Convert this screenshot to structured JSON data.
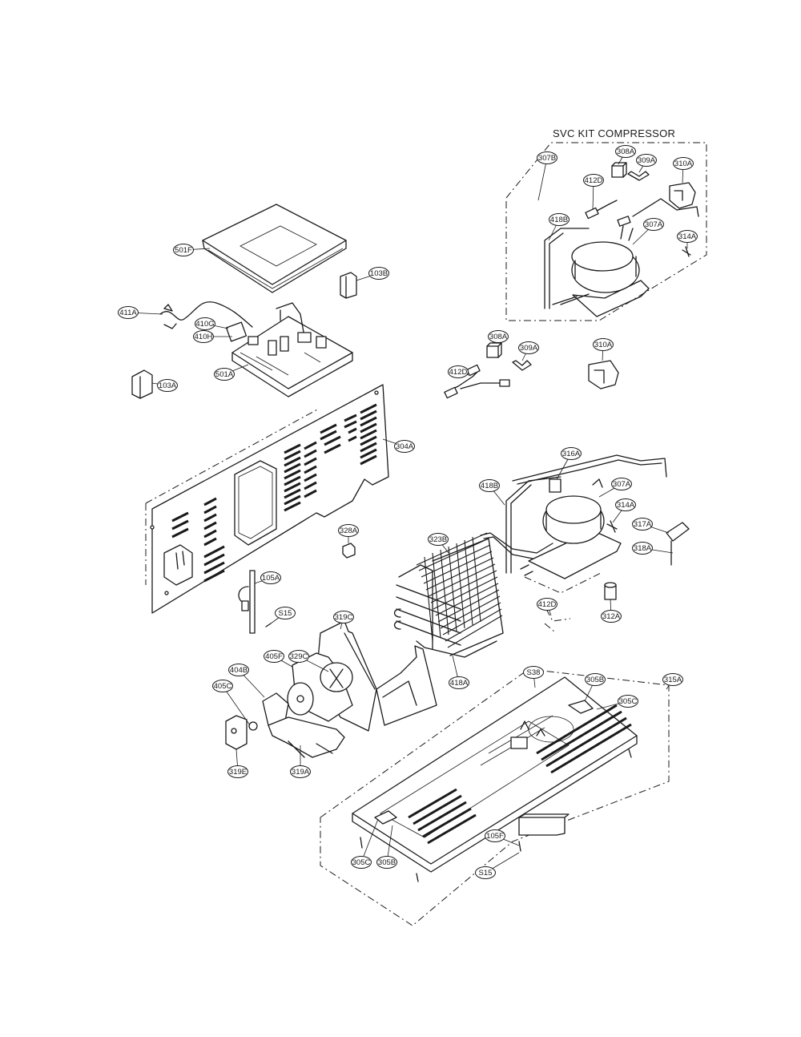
{
  "kit_title": "SVC KIT COMPRESSOR",
  "callouts": [
    {
      "id": "307B",
      "label": "307B"
    },
    {
      "id": "308A_kit",
      "label": "308A"
    },
    {
      "id": "309A_kit",
      "label": "309A"
    },
    {
      "id": "310A_kit",
      "label": "310A"
    },
    {
      "id": "412D_kit",
      "label": "412D"
    },
    {
      "id": "307A_kit",
      "label": "307A"
    },
    {
      "id": "418B_kit",
      "label": "418B"
    },
    {
      "id": "314A_kit",
      "label": "314A"
    },
    {
      "id": "501F",
      "label": "501F"
    },
    {
      "id": "103B",
      "label": "103B"
    },
    {
      "id": "411A",
      "label": "411A"
    },
    {
      "id": "410G",
      "label": "410G"
    },
    {
      "id": "410H",
      "label": "410H"
    },
    {
      "id": "501A",
      "label": "501A"
    },
    {
      "id": "103A",
      "label": "103A"
    },
    {
      "id": "308A",
      "label": "308A"
    },
    {
      "id": "309A",
      "label": "309A"
    },
    {
      "id": "310A",
      "label": "310A"
    },
    {
      "id": "412D",
      "label": "412D"
    },
    {
      "id": "304A",
      "label": "304A"
    },
    {
      "id": "316A",
      "label": "316A"
    },
    {
      "id": "418B",
      "label": "418B"
    },
    {
      "id": "307A",
      "label": "307A"
    },
    {
      "id": "314A",
      "label": "314A"
    },
    {
      "id": "317A",
      "label": "317A"
    },
    {
      "id": "318A",
      "label": "318A"
    },
    {
      "id": "328A",
      "label": "328A"
    },
    {
      "id": "323B",
      "label": "323B"
    },
    {
      "id": "105A",
      "label": "105A"
    },
    {
      "id": "S15",
      "label": "S15"
    },
    {
      "id": "412D_b",
      "label": "412D"
    },
    {
      "id": "312A",
      "label": "312A"
    },
    {
      "id": "319C",
      "label": "319C"
    },
    {
      "id": "329C",
      "label": "329C"
    },
    {
      "id": "418A",
      "label": "418A"
    },
    {
      "id": "404B",
      "label": "404B"
    },
    {
      "id": "405F",
      "label": "405F"
    },
    {
      "id": "405C",
      "label": "405C"
    },
    {
      "id": "319E",
      "label": "319E"
    },
    {
      "id": "319A",
      "label": "319A"
    },
    {
      "id": "S38",
      "label": "S38"
    },
    {
      "id": "305B",
      "label": "305B"
    },
    {
      "id": "305C",
      "label": "305C"
    },
    {
      "id": "315A",
      "label": "315A"
    },
    {
      "id": "105F",
      "label": "105F"
    },
    {
      "id": "S15_b",
      "label": "S15"
    },
    {
      "id": "305C_b",
      "label": "305C"
    },
    {
      "id": "305B_b",
      "label": "305B"
    }
  ]
}
